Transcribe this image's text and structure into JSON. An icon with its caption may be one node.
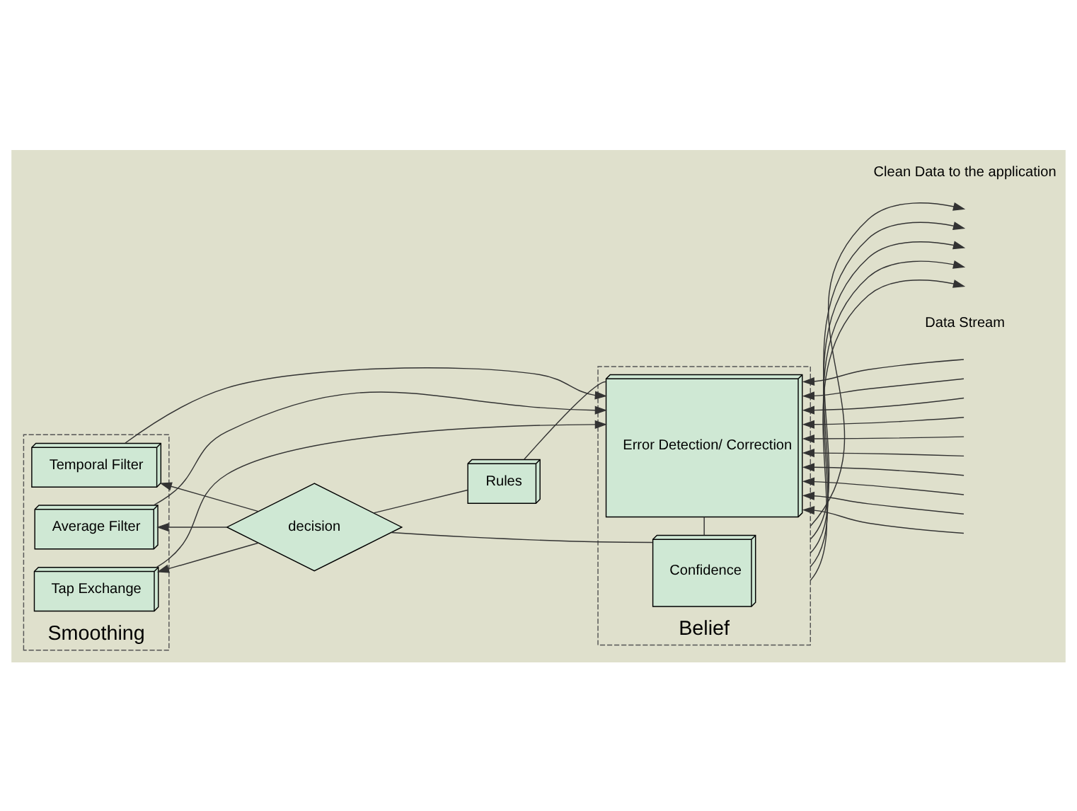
{
  "diagram": {
    "nodes": [
      {
        "text": [
          "Smoothing"
        ]
      },
      {
        "text": [
          "Temporal Filter"
        ],
        "in": 0
      },
      {
        "text": [
          "Average Filter"
        ],
        "in": 0
      },
      {
        "text": [
          "Tap Exchange"
        ],
        "in": 0
      },
      {
        "text": [
          "decision"
        ]
      },
      {
        "text": [
          "Belief"
        ]
      },
      {
        "text": [
          "Confidence"
        ],
        "in": 5
      },
      {
        "text": [
          "Error Detection/ Correction"
        ],
        "in": 5
      },
      {
        "text": [
          "Rules"
        ]
      }
    ],
    "edges": [
      {
        "from": 4,
        "to": 1,
        "arrow": "to"
      },
      {
        "from": 4,
        "to": 2,
        "arrow": "to"
      },
      {
        "from": 4,
        "to": 3,
        "arrow": "to"
      },
      {
        "from": 4,
        "to": 6,
        "arrow": "none"
      },
      {
        "from": 4,
        "to": 8,
        "arrow": "none"
      },
      {
        "from": 8,
        "to": 7,
        "arrow": "none"
      },
      {
        "from": 6,
        "to": 7,
        "arrow": "none"
      },
      {
        "from": 1,
        "to": 7,
        "arrow": "to"
      },
      {
        "from": 2,
        "to": 7,
        "arrow": "to"
      },
      {
        "from": 3,
        "to": 7,
        "arrow": "to"
      },
      {
        "from": 5,
        "to": null,
        "arrow": "to"
      },
      {
        "from": 5,
        "to": null,
        "arrow": "to"
      },
      {
        "from": 5,
        "to": null,
        "arrow": "to"
      },
      {
        "from": 5,
        "to": null,
        "arrow": "to"
      },
      {
        "from": 5,
        "to": null,
        "arrow": "to"
      },
      {
        "from": null,
        "to": 7,
        "arrow": "to"
      },
      {
        "from": null,
        "to": 7,
        "arrow": "to"
      },
      {
        "from": null,
        "to": 7,
        "arrow": "to"
      },
      {
        "from": null,
        "to": 7,
        "arrow": "to"
      },
      {
        "from": null,
        "to": 7,
        "arrow": "to"
      },
      {
        "from": null,
        "to": 7,
        "arrow": "to"
      },
      {
        "from": null,
        "to": 7,
        "arrow": "to"
      },
      {
        "from": null,
        "to": 7,
        "arrow": "to"
      },
      {
        "from": null,
        "to": 7,
        "arrow": "to"
      },
      {
        "from": null,
        "to": 7,
        "arrow": "to"
      }
    ],
    "labels": [
      "Clean Data to the application",
      "Data Stream"
    ]
  }
}
